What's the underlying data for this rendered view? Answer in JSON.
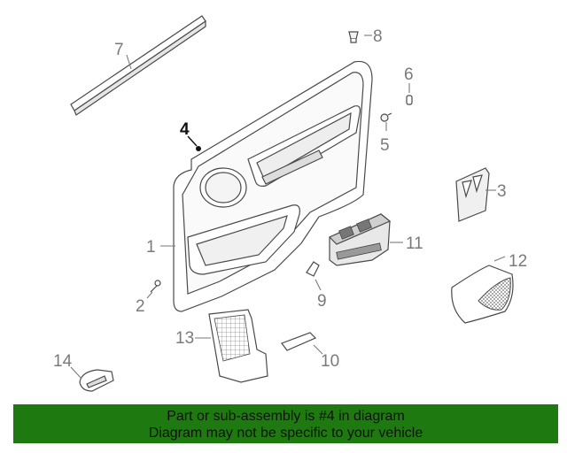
{
  "diagram": {
    "callouts": {
      "c1": "1",
      "c2": "2",
      "c3": "3",
      "c4": "4",
      "c5": "5",
      "c6": "6",
      "c7": "7",
      "c8": "8",
      "c9": "9",
      "c10": "10",
      "c11": "11",
      "c12": "12",
      "c13": "13",
      "c14": "14"
    },
    "highlighted_part": "4"
  },
  "banner": {
    "line1": "Part or sub-assembly is #4 in diagram",
    "line2": "Diagram may not be specific to your vehicle",
    "color": "#1e7a10"
  }
}
